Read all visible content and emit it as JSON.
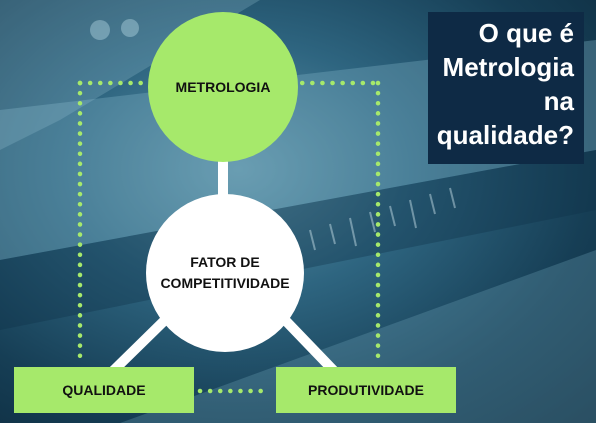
{
  "title": {
    "lines": [
      "O que é",
      "Metrologia",
      "na",
      "qualidade?"
    ]
  },
  "nodes": {
    "top": "METROLOGIA",
    "center_line1": "FATOR DE",
    "center_line2": "COMPETITIVIDADE",
    "bottom_left": "QUALIDADE",
    "bottom_right": "PRODUTIVIDADE"
  },
  "colors": {
    "accent_green": "#a6e96b",
    "title_bg": "#0e2a45",
    "dotted_line": "#a6e96b",
    "connector": "#ffffff"
  }
}
